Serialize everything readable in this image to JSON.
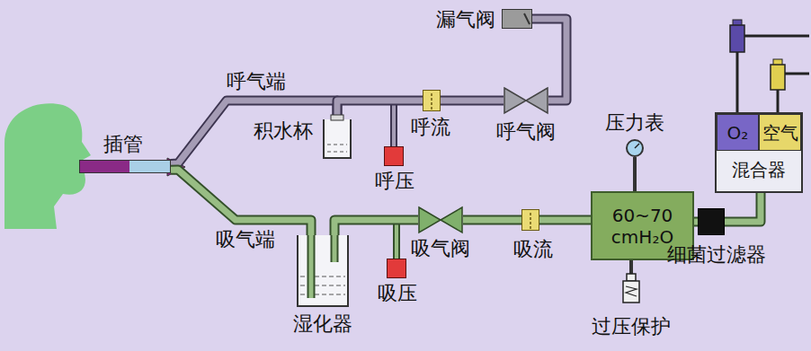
{
  "diagram": {
    "nodes": [
      {
        "text": [
          "插管"
        ]
      },
      {
        "text": [
          "积水杯"
        ]
      },
      {
        "text": [
          "呼压"
        ]
      },
      {
        "text": [
          "呼流"
        ]
      },
      {
        "text": [
          "呼气阀"
        ]
      },
      {
        "text": [
          "漏气阀"
        ]
      },
      {
        "text": [
          "压力表"
        ]
      },
      {
        "text": [
          "60~70 cmH₂O"
        ]
      },
      {
        "text": [
          "过压保护"
        ]
      },
      {
        "text": [
          "细菌过滤器"
        ]
      },
      {
        "text": [
          "混合器"
        ]
      },
      {
        "text": [
          "O₂"
        ],
        "in": 10
      },
      {
        "text": [
          "空气"
        ],
        "in": 10
      },
      {
        "text": [
          "湿化器"
        ]
      },
      {
        "text": [
          "吸压"
        ]
      },
      {
        "text": [
          "吸气阀"
        ]
      },
      {
        "text": [
          "吸流"
        ]
      }
    ],
    "edges": [
      {
        "from": 0,
        "to": 1,
        "arrow": "none",
        "label": "呼气端"
      },
      {
        "from": 1,
        "to": 3,
        "arrow": "none"
      },
      {
        "from": 3,
        "to": 4,
        "arrow": "none"
      },
      {
        "from": 4,
        "to": 5,
        "arrow": "none"
      },
      {
        "from": 7,
        "to": 16,
        "arrow": "none"
      },
      {
        "from": 16,
        "to": 15,
        "arrow": "none"
      },
      {
        "from": 15,
        "to": 13,
        "arrow": "none"
      },
      {
        "from": 13,
        "to": 0,
        "arrow": "none",
        "label": "吸气端"
      },
      {
        "from": 6,
        "to": 7,
        "arrow": "none"
      },
      {
        "from": 8,
        "to": 7,
        "arrow": "none"
      },
      {
        "from": 9,
        "to": 7,
        "arrow": "none"
      },
      {
        "from": 10,
        "to": 9,
        "arrow": "none"
      }
    ]
  }
}
